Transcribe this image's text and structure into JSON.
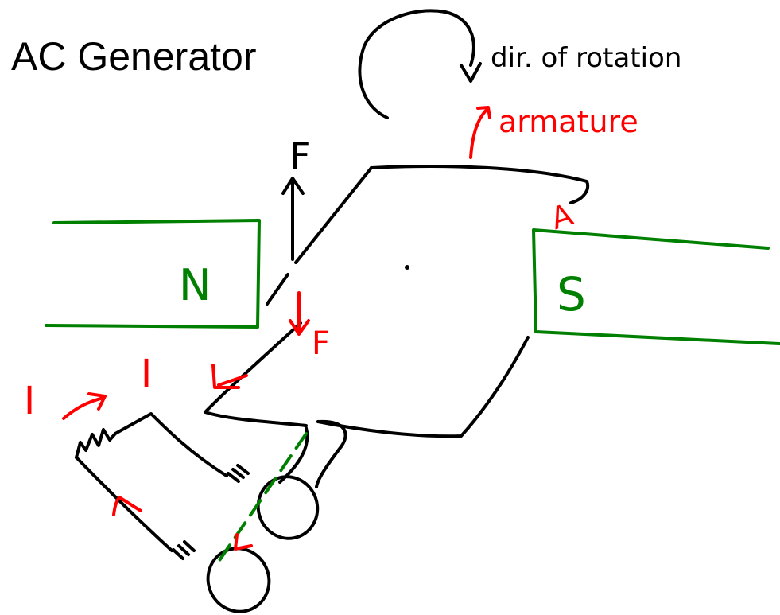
{
  "title": "AC Generator",
  "labels": {
    "rotation": "dir. of rotation",
    "armature": "armature",
    "force_up": "F",
    "force_down": "F",
    "north": "N",
    "south": "S",
    "current_main": "I",
    "current_left": "I",
    "point_a": "A"
  },
  "colors": {
    "ink": "#000000",
    "red": "#ff0000",
    "green": "#008000"
  }
}
